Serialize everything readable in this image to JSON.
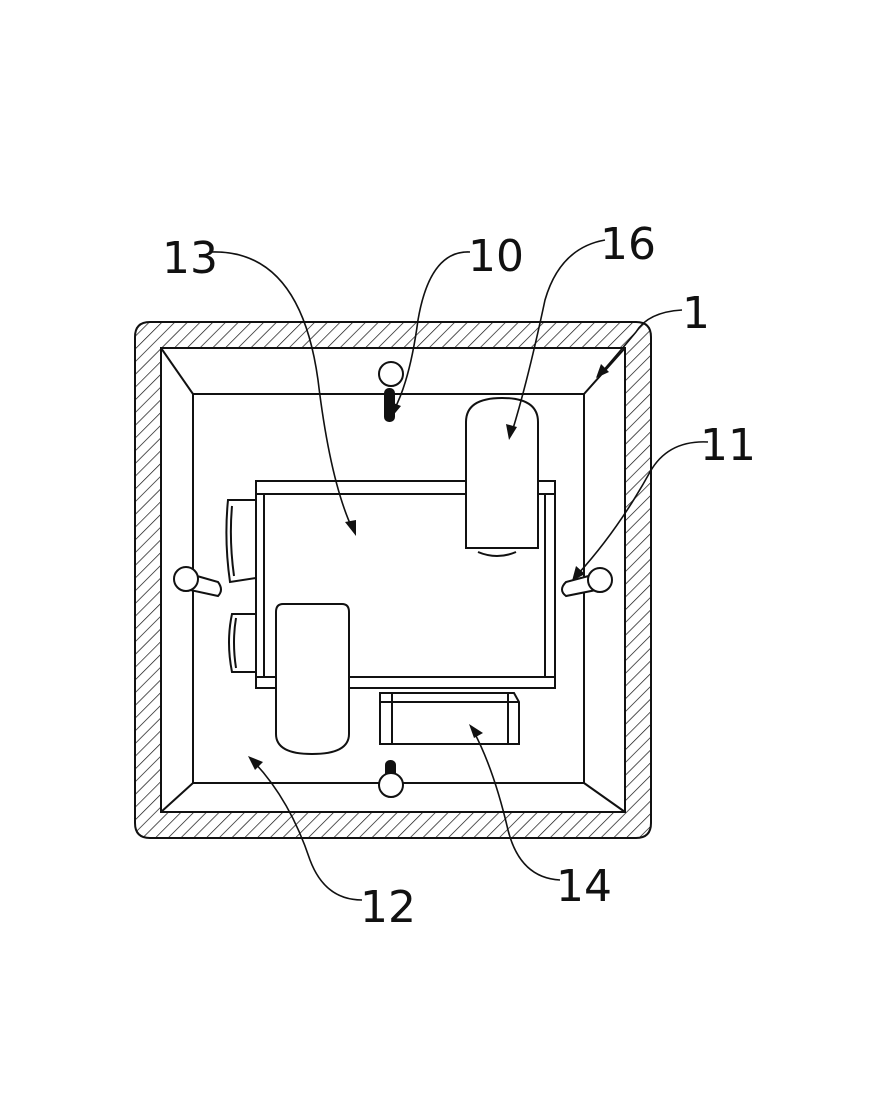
{
  "figure": {
    "labels": {
      "frame": "1",
      "bolt_top": "10",
      "bolt_side": "11",
      "base_plate": "12",
      "main_box": "13",
      "lower_block": "14",
      "upper_block": "16"
    }
  },
  "colors": {
    "ink": "#111111",
    "paper": "#ffffff"
  }
}
